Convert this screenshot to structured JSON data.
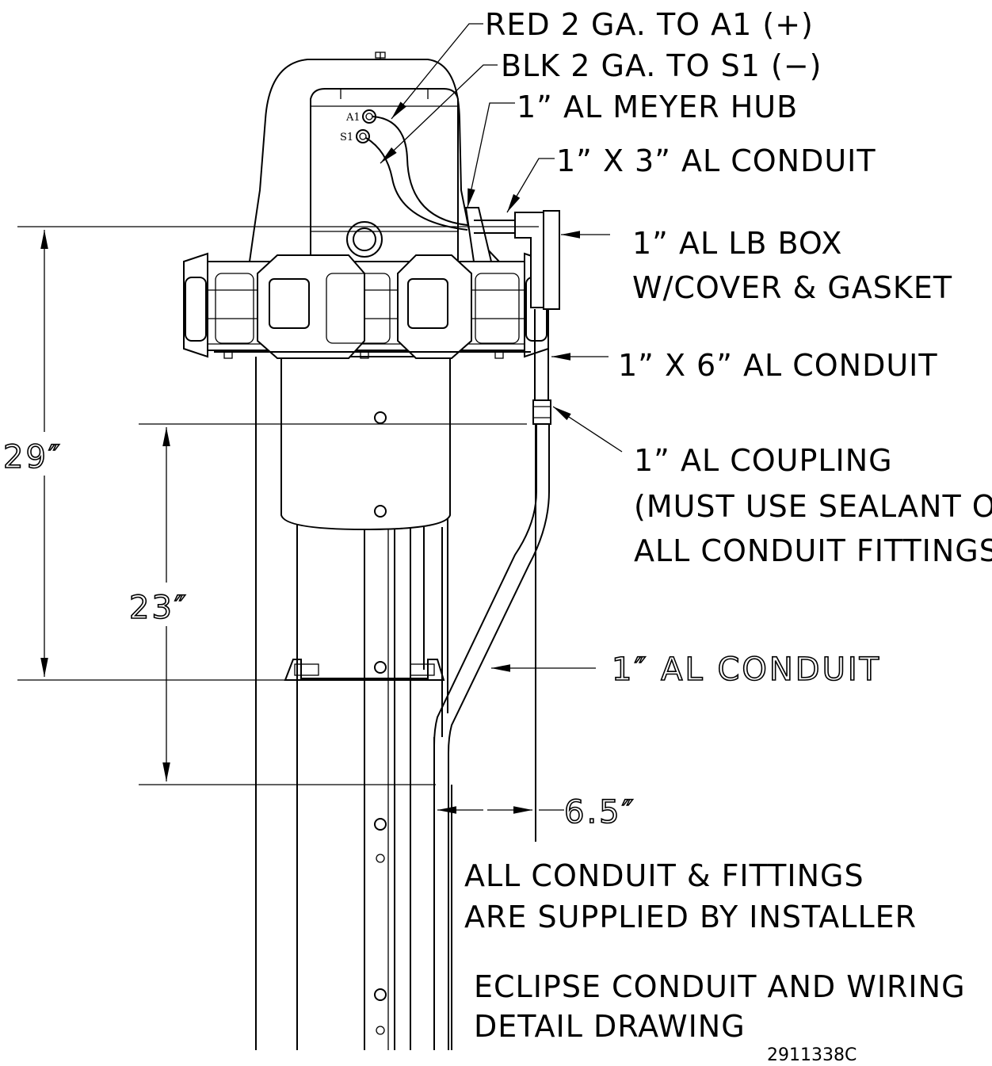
{
  "callouts": {
    "red_wire": "RED 2 GA. TO A1 (+)",
    "blk_wire": "BLK 2 GA. TO S1 (−)",
    "meyer_hub": "1” AL MEYER HUB",
    "conduit_3in": "1” X 3” AL CONDUIT",
    "lb_box_1": "1” AL LB BOX",
    "lb_box_2": "W/COVER & GASKET",
    "conduit_6in": "1” X 6” AL CONDUIT",
    "coupling_1": "1” AL COUPLING",
    "coupling_2": "(MUST USE SEALANT ON",
    "coupling_3": "ALL CONDUIT FITTINGS)",
    "conduit": "1″ AL CONDUIT"
  },
  "dimensions": {
    "overall_height": "29″",
    "mid_height": "23″",
    "offset": "6.5″"
  },
  "terminals": {
    "a1": "A1",
    "s1": "S1"
  },
  "notes": {
    "supplied_1": "ALL CONDUIT & FITTINGS",
    "supplied_2": "ARE SUPPLIED BY INSTALLER",
    "title_1": "ECLIPSE CONDUIT AND WIRING",
    "title_2": "DETAIL DRAWING"
  },
  "drawing_number": "2911338C"
}
